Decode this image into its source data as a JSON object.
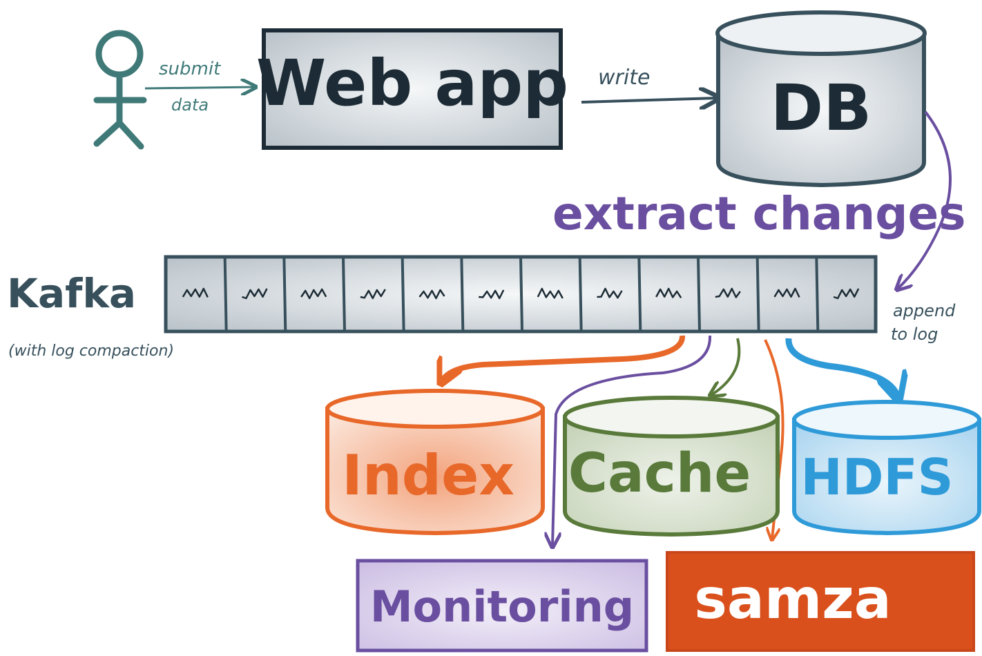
{
  "user": {
    "edge_label_top": "submit",
    "edge_label_bottom": "data"
  },
  "web_app": {
    "label": "Web app"
  },
  "write_edge": {
    "label": "write"
  },
  "db": {
    "label": "DB"
  },
  "extract_edge": {
    "label": "extract changes"
  },
  "kafka": {
    "label": "Kafka",
    "note": "(with log compaction)",
    "segment_count": 12,
    "append_label_1": "append",
    "append_label_2": "to log"
  },
  "consumers": {
    "index": "Index",
    "cache": "Cache",
    "hdfs": "HDFS",
    "monitoring": "Monitoring",
    "samza": "samza"
  },
  "colors": {
    "ink": "#1c2b35",
    "slate": "#37505c",
    "teal": "#3f7a78",
    "purple": "#6a4fa0",
    "orange": "#e8682a",
    "green": "#597a3a",
    "blue": "#2f9ad8",
    "samza_bg": "#d9501c",
    "fill_gray": "#dde2e6",
    "fill_orange": "#f6c9b0",
    "fill_green": "#d5dfcb",
    "fill_blue": "#c4e1f3",
    "fill_purple": "#ddd3ec"
  }
}
